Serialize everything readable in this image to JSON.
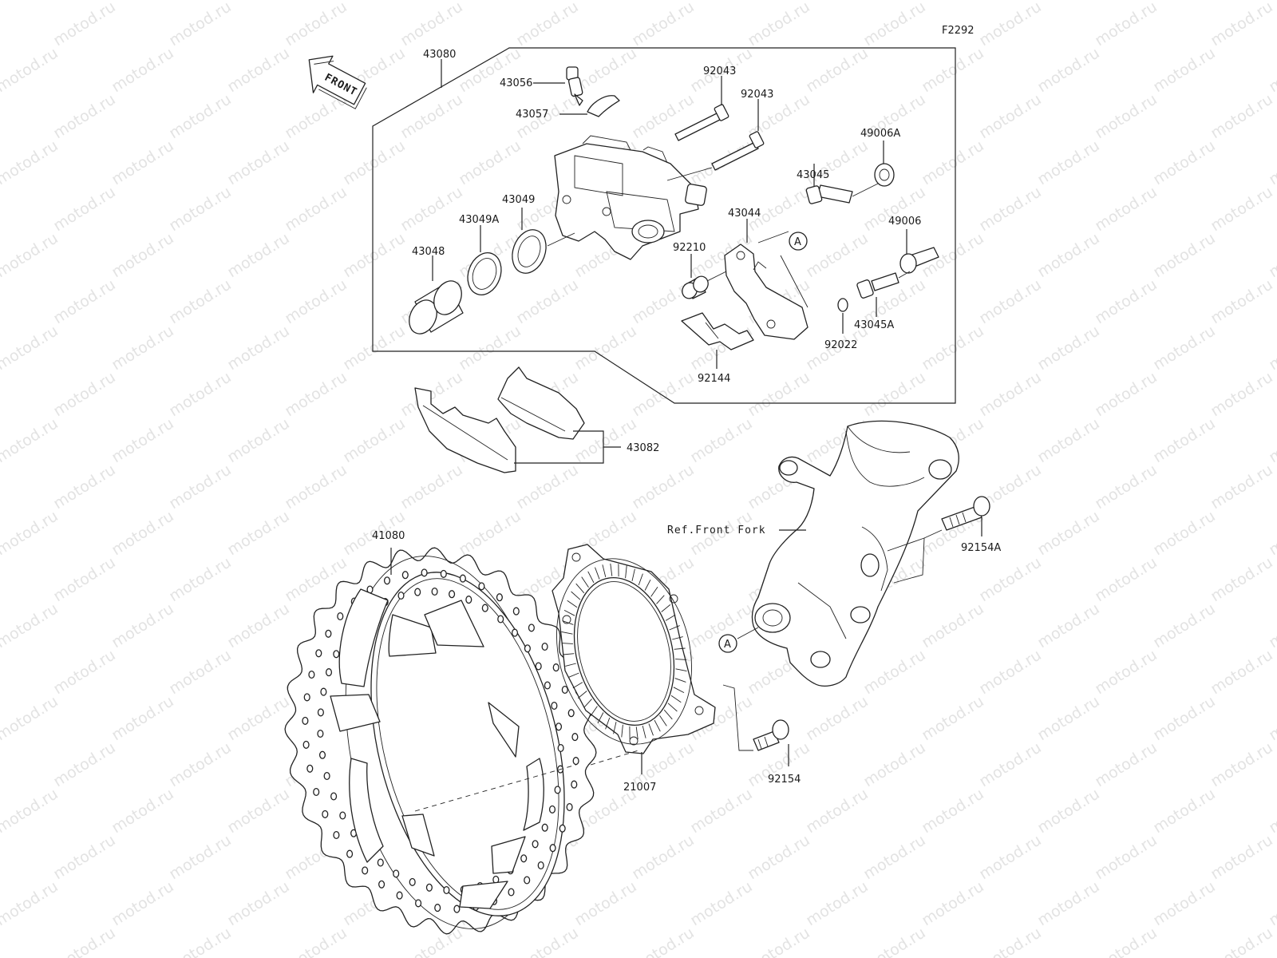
{
  "diagram_code": "F2292",
  "front_arrow_label": "FRONT",
  "watermark_text": "motod.ru",
  "reference_note": "Ref.Front Fork",
  "circle_marker": "A",
  "parts": {
    "p43080": "43080",
    "p43056": "43056",
    "p43057": "43057",
    "p92043a": "92043",
    "p92043b": "92043",
    "p49006A": "49006A",
    "p43045": "43045",
    "p43049": "43049",
    "p43049A": "43049A",
    "p43048": "43048",
    "p43044": "43044",
    "p92210": "92210",
    "p49006": "49006",
    "p43045A": "43045A",
    "p92022": "92022",
    "p92144": "92144",
    "p43082": "43082",
    "p41080": "41080",
    "p21007": "21007",
    "p92154A": "92154A",
    "p92154": "92154"
  }
}
